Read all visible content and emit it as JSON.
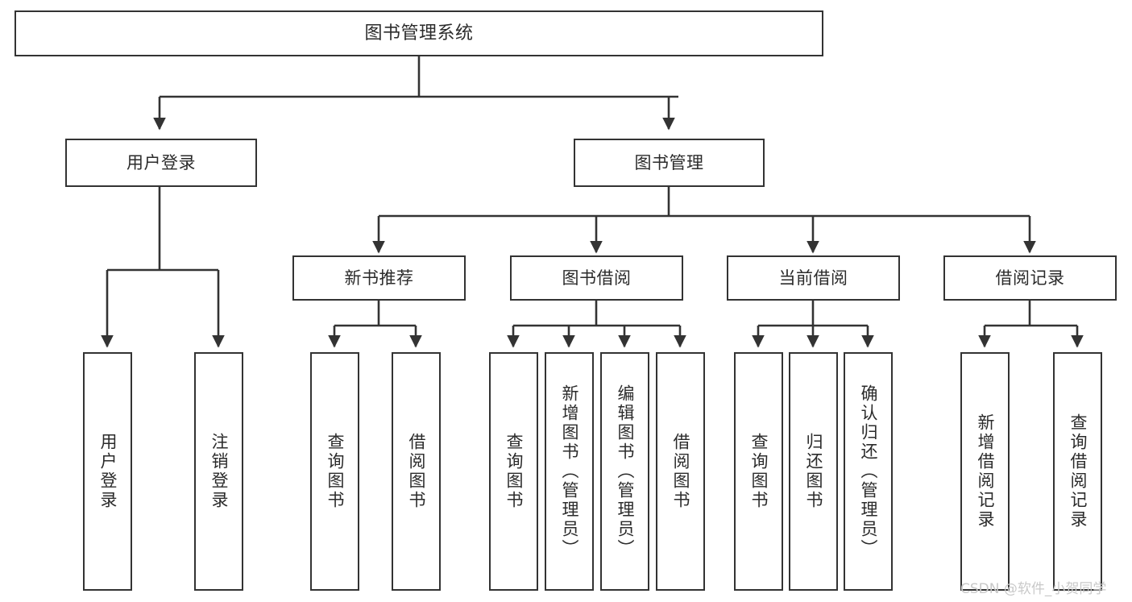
{
  "diagram": {
    "title": "图书管理系统",
    "type": "tree-hierarchy-chart",
    "watermark": "CSDN @软件_小贺同学",
    "colors": {
      "node_border": "#333333",
      "node_fill": "#ffffff",
      "edge": "#333333",
      "text": "#2b2b2b",
      "watermark": "#c9c9c9",
      "background": "#ffffff"
    }
  },
  "nodes": {
    "root": {
      "label": "图书管理系统"
    },
    "level1": [
      {
        "id": "user-login",
        "label": "用户登录"
      },
      {
        "id": "book-manage",
        "label": "图书管理"
      }
    ],
    "level2": [
      {
        "id": "new-book-recommend",
        "label": "新书推荐"
      },
      {
        "id": "book-borrow",
        "label": "图书借阅"
      },
      {
        "id": "current-borrow",
        "label": "当前借阅"
      },
      {
        "id": "borrow-record",
        "label": "借阅记录"
      }
    ],
    "leaves": {
      "user_login": [
        {
          "id": "leaf-user-login",
          "label": "用户登录"
        },
        {
          "id": "leaf-logout-login",
          "label": "注销登录"
        }
      ],
      "new_book_recommend": [
        {
          "id": "leaf-query-book-1",
          "label": "查询图书"
        },
        {
          "id": "leaf-borrow-book-1",
          "label": "借阅图书"
        }
      ],
      "book_borrow": [
        {
          "id": "leaf-query-book-2",
          "label": "查询图书"
        },
        {
          "id": "leaf-add-book",
          "label": "新增图书（管理员）"
        },
        {
          "id": "leaf-edit-book",
          "label": "编辑图书（管理员）"
        },
        {
          "id": "leaf-borrow-book-2",
          "label": "借阅图书"
        }
      ],
      "current_borrow": [
        {
          "id": "leaf-query-book-3",
          "label": "查询图书"
        },
        {
          "id": "leaf-return-book",
          "label": "归还图书"
        },
        {
          "id": "leaf-confirm-return",
          "label": "确认归还（管理员）"
        }
      ],
      "borrow_record": [
        {
          "id": "leaf-add-record",
          "label": "新增借阅记录"
        },
        {
          "id": "leaf-query-record",
          "label": "查询借阅记录"
        }
      ]
    }
  }
}
